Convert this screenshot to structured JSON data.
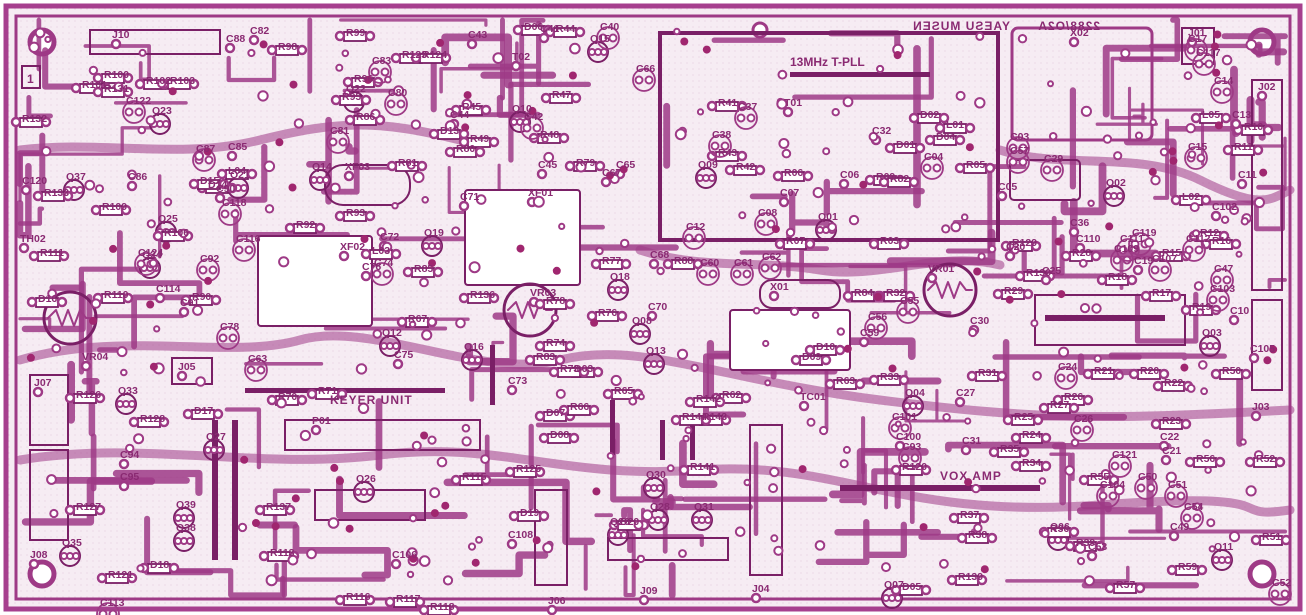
{
  "board": {
    "colors": {
      "board": "#a63f8e",
      "trace": "#9e3a86",
      "ink": "#7a1f66",
      "label": "#8a2a72",
      "substrate": "#f4eaf1"
    },
    "corner_marker": "1",
    "texts": {
      "keyer_unit": "KEYER UNIT",
      "vox_amp": "VOX AMP",
      "pll_module": "13MHz T-PLL",
      "maker_mirrored": "YAESU MUSEN",
      "part_no_mirrored": "2288/O2A"
    },
    "labels": {
      "J10": "J10",
      "J01": "J01",
      "J02": "J02",
      "J03": "J03",
      "J04": "J04",
      "J05": "J05",
      "J06": "J06",
      "J07": "J07",
      "J08": "J08",
      "J09": "J09",
      "X02": "X02",
      "X01": "X01",
      "XF01": "XF01",
      "XF02": "XF02",
      "XF03": "XF03",
      "P01": "P01",
      "TC01": "TC01",
      "T01": "T01",
      "T02": "T02",
      "TH02": "TH02",
      "VR01": "VR01",
      "VR03": "VR03",
      "VR04": "VR04",
      "Q01": "Q01",
      "Q02": "Q02",
      "Q03": "Q03",
      "Q04": "Q04",
      "Q06": "Q06",
      "Q07": "Q07",
      "Q08": "Q08",
      "Q09": "Q09",
      "Q10": "Q10",
      "Q11": "Q11",
      "Q12": "Q12",
      "Q13": "Q13",
      "Q14": "Q14",
      "Q15": "Q15",
      "Q16": "Q16",
      "Q18": "Q18",
      "Q19": "Q19",
      "Q20": "Q20",
      "Q21": "Q21",
      "Q22": "Q22",
      "Q23": "Q23",
      "Q24": "Q24",
      "Q25": "Q25",
      "Q26": "Q26",
      "Q27": "Q27",
      "Q28": "Q28",
      "Q30": "Q30",
      "Q31": "Q31",
      "Q33": "Q33",
      "Q35": "Q35",
      "Q37": "Q37",
      "Q38": "Q38",
      "Q39": "Q39",
      "D01": "D01",
      "D02": "D02",
      "D03": "D03",
      "D04": "D04",
      "D05": "D05",
      "D06": "D06",
      "D07": "D07",
      "D08": "D08",
      "D09": "D09",
      "D10": "D10",
      "D13": "D13",
      "D14": "D14",
      "D15": "D15",
      "D16": "D16",
      "D17": "D17",
      "D18": "D18",
      "D19": "D19",
      "D20": "D20",
      "R03": "R03",
      "R05": "R05",
      "R06": "R06",
      "R07": "R07",
      "R09": "R09",
      "R10": "R10",
      "R11": "R11",
      "R12": "R12",
      "R15": "R15",
      "R16": "R16",
      "R17": "R17",
      "R18": "R18",
      "R19": "R19",
      "R20": "R20",
      "R21": "R21",
      "R22": "R22",
      "R23": "R23",
      "R24": "R24",
      "R25": "R25",
      "R26": "R26",
      "R27": "R27",
      "R28": "R28",
      "R29": "R29",
      "R31": "R31",
      "R32": "R32",
      "R33": "R33",
      "R34": "R34",
      "R35": "R35",
      "R36": "R36",
      "R37": "R37",
      "R38": "R38",
      "R39": "R39",
      "R41": "R41",
      "R42": "R42",
      "R43": "R43",
      "R44": "R44",
      "R45": "R45",
      "R47": "R47",
      "R48": "R48",
      "R49": "R49",
      "R50": "R50",
      "R51": "R51",
      "R52": "R52",
      "R55": "R55",
      "R56": "R56",
      "R57": "R57",
      "R59": "R59",
      "R62": "R62",
      "R63": "R63",
      "R65": "R65",
      "R66": "R66",
      "R67": "R67",
      "R70": "R70",
      "R71": "R71",
      "R73": "R73",
      "R74": "R74",
      "R76": "R76",
      "R77": "R77",
      "R78": "R78",
      "R79": "R79",
      "R80": "R80",
      "R81": "R81",
      "R82": "R82",
      "R83": "R83",
      "R84": "R84",
      "R85": "R85",
      "R86": "R86",
      "R88": "R88",
      "R90": "R90",
      "R92": "R92",
      "R93": "R93",
      "R95": "R95",
      "R96": "R96",
      "R98": "R98",
      "R99": "R99",
      "R100": "R100",
      "R101": "R101",
      "R102": "R102",
      "R103": "R103",
      "R106": "R106",
      "R109": "R109",
      "R110": "R110",
      "R111": "R111",
      "R113": "R113",
      "R115": "R115",
      "R116": "R116",
      "R117": "R117",
      "R118": "R118",
      "R120": "R120",
      "R121": "R121",
      "R123": "R123",
      "R124": "R124",
      "R125": "R125",
      "R126": "R126",
      "R127": "R127",
      "R128": "R128",
      "R129": "R129",
      "R130": "R130",
      "R131": "R131",
      "R132": "R132",
      "R133": "R133",
      "R136": "R136",
      "R137": "R137",
      "R139": "R139",
      "R141": "R141",
      "R142": "R142",
      "R143": "R143",
      "R144": "R144",
      "C03": "C03",
      "C04": "C04",
      "C05": "C05",
      "C06": "C06",
      "C07": "C07",
      "C08": "C08",
      "C10": "C10",
      "C11": "C11",
      "C12": "C12",
      "C13": "C13",
      "C14": "C14",
      "C15": "C15",
      "C17": "C17",
      "C19": "C19",
      "C20": "C20",
      "C21": "C21",
      "C22": "C22",
      "C24": "C24",
      "C25": "C25",
      "C26": "C26",
      "C27": "C27",
      "C29": "C29",
      "C30": "C30",
      "C31": "C31",
      "C32": "C32",
      "C36": "C36",
      "C37": "C37",
      "C38": "C38",
      "C40": "C40",
      "C41": "C41",
      "C42": "C42",
      "C43": "C43",
      "C44": "C44",
      "C45": "C45",
      "C47": "C47",
      "C49": "C49",
      "C50": "C50",
      "C51": "C51",
      "C52": "C52",
      "C53": "C53",
      "C54": "C54",
      "C55": "C55",
      "C56": "C56",
      "C57": "C57",
      "C59": "C59",
      "C60": "C60",
      "C61": "C61",
      "C62": "C62",
      "C63": "C63",
      "C65": "C65",
      "C66": "C66",
      "C67": "C67",
      "C68": "C68",
      "C70": "C70",
      "C71": "C71",
      "C72": "C72",
      "C73": "C73",
      "C74": "C74",
      "C75": "C75",
      "C76": "C76",
      "C78": "C78",
      "C80": "C80",
      "C81": "C81",
      "C82": "C82",
      "C83": "C83",
      "C85": "C85",
      "C86": "C86",
      "C87": "C87",
      "C88": "C88",
      "C90": "C90",
      "C91": "C91",
      "C92": "C92",
      "C93": "C93",
      "C94": "C94",
      "C95": "C95",
      "C100": "C100",
      "C101": "C101",
      "C102": "C102",
      "C103": "C103",
      "C104": "C104",
      "C105": "C105",
      "C106": "C106",
      "C107": "C107",
      "C108": "C108",
      "C109": "C109",
      "C110": "C110",
      "C111": "C111",
      "C112": "C112",
      "C113": "C113",
      "C114": "C114",
      "C116": "C116",
      "C117": "C117",
      "C118": "C118",
      "C119": "C119",
      "C120": "C120",
      "C121": "C121",
      "C122": "C122",
      "C124": "C124",
      "L01": "L01",
      "L02": "L02",
      "L03": "L03",
      "L04": "L04",
      "L05": "L05"
    }
  }
}
